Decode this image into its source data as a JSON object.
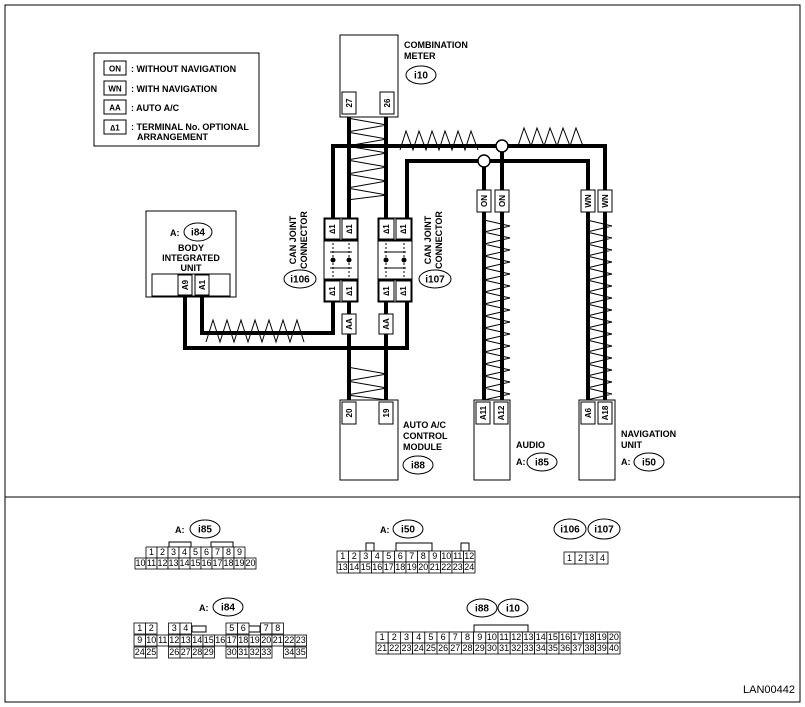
{
  "legend": [
    {
      "code": "ON",
      "text": ": WITHOUT NAVIGATION"
    },
    {
      "code": "WN",
      "text": ": WITH NAVIGATION"
    },
    {
      "code": "AA",
      "text": ": AUTO A/C"
    },
    {
      "code": "∆1",
      "text_line1": ": TERMINAL No. OPTIONAL",
      "text_line2": "ARRANGEMENT"
    }
  ],
  "components": {
    "combination_meter": {
      "line1": "COMBINATION",
      "line2": "METER",
      "code": "i10",
      "pins": [
        "27",
        "26"
      ]
    },
    "body_integrated_unit": {
      "prefix": "A:",
      "code": "i84",
      "line1": "BODY",
      "line2": "INTEGRATED",
      "line3": "UNIT",
      "pins": [
        "A9",
        "A1"
      ]
    },
    "can_joint_connector_left": {
      "line1": "CAN JOINT",
      "line2": "CONNECTOR",
      "code": "i106"
    },
    "can_joint_connector_right": {
      "line1": "CAN JOINT",
      "line2": "CONNECTOR",
      "code": "i107"
    },
    "auto_ac": {
      "line1": "AUTO A/C",
      "line2": "CONTROL",
      "line3": "MODULE",
      "code": "i88",
      "pins": [
        "20",
        "19"
      ]
    },
    "audio": {
      "label": "AUDIO",
      "prefix": "A:",
      "code": "i85",
      "pins": [
        "A11",
        "A12"
      ]
    },
    "navigation_unit": {
      "line1": "NAVIGATION",
      "line2": "UNIT",
      "prefix": "A:",
      "code": "i50",
      "pins": [
        "A6",
        "A18"
      ]
    }
  },
  "wire_tags": {
    "star": "∆1",
    "aa": "AA",
    "on": "ON",
    "wn": "WN"
  },
  "connectors": {
    "i85": {
      "prefix": "A:",
      "code": "i85",
      "row1": [
        "1",
        "2",
        "3",
        "4",
        "5",
        "6",
        "7",
        "8",
        "9"
      ],
      "row2": [
        "10",
        "11",
        "12",
        "13",
        "14",
        "15",
        "16",
        "17",
        "18",
        "19",
        "20"
      ]
    },
    "i50": {
      "prefix": "A:",
      "code": "i50",
      "row1": [
        "1",
        "2",
        "3",
        "4",
        "5",
        "6",
        "7",
        "8",
        "9",
        "10",
        "11",
        "12"
      ],
      "row2": [
        "13",
        "14",
        "15",
        "16",
        "17",
        "18",
        "19",
        "20",
        "21",
        "22",
        "23",
        "24"
      ]
    },
    "i106_i107": {
      "codes": [
        "i106",
        "i107"
      ],
      "pins": [
        "1",
        "2",
        "3",
        "4"
      ]
    },
    "i84": {
      "prefix": "A:",
      "code": "i84",
      "row1": [
        "1",
        "2",
        "",
        "3",
        "4",
        "",
        "",
        "",
        "5",
        "6",
        "",
        "7",
        "8"
      ],
      "row2": [
        "9",
        "10",
        "11",
        "12",
        "13",
        "14",
        "15",
        "16",
        "17",
        "18",
        "19",
        "20",
        "21",
        "22",
        "23"
      ],
      "row3": [
        "24",
        "25",
        "",
        "26",
        "27",
        "28",
        "29",
        "",
        "30",
        "31",
        "32",
        "33",
        "",
        "34",
        "35"
      ]
    },
    "i88_i10": {
      "codes": [
        "i88",
        "i10"
      ],
      "row1": [
        "1",
        "2",
        "3",
        "4",
        "5",
        "6",
        "7",
        "8",
        "9",
        "10",
        "11",
        "12",
        "13",
        "14",
        "15",
        "16",
        "17",
        "18",
        "19",
        "20"
      ],
      "row2": [
        "21",
        "22",
        "23",
        "24",
        "25",
        "26",
        "27",
        "28",
        "29",
        "30",
        "31",
        "32",
        "33",
        "34",
        "35",
        "36",
        "37",
        "38",
        "39",
        "40"
      ]
    }
  },
  "figure_code": "LAN00442"
}
